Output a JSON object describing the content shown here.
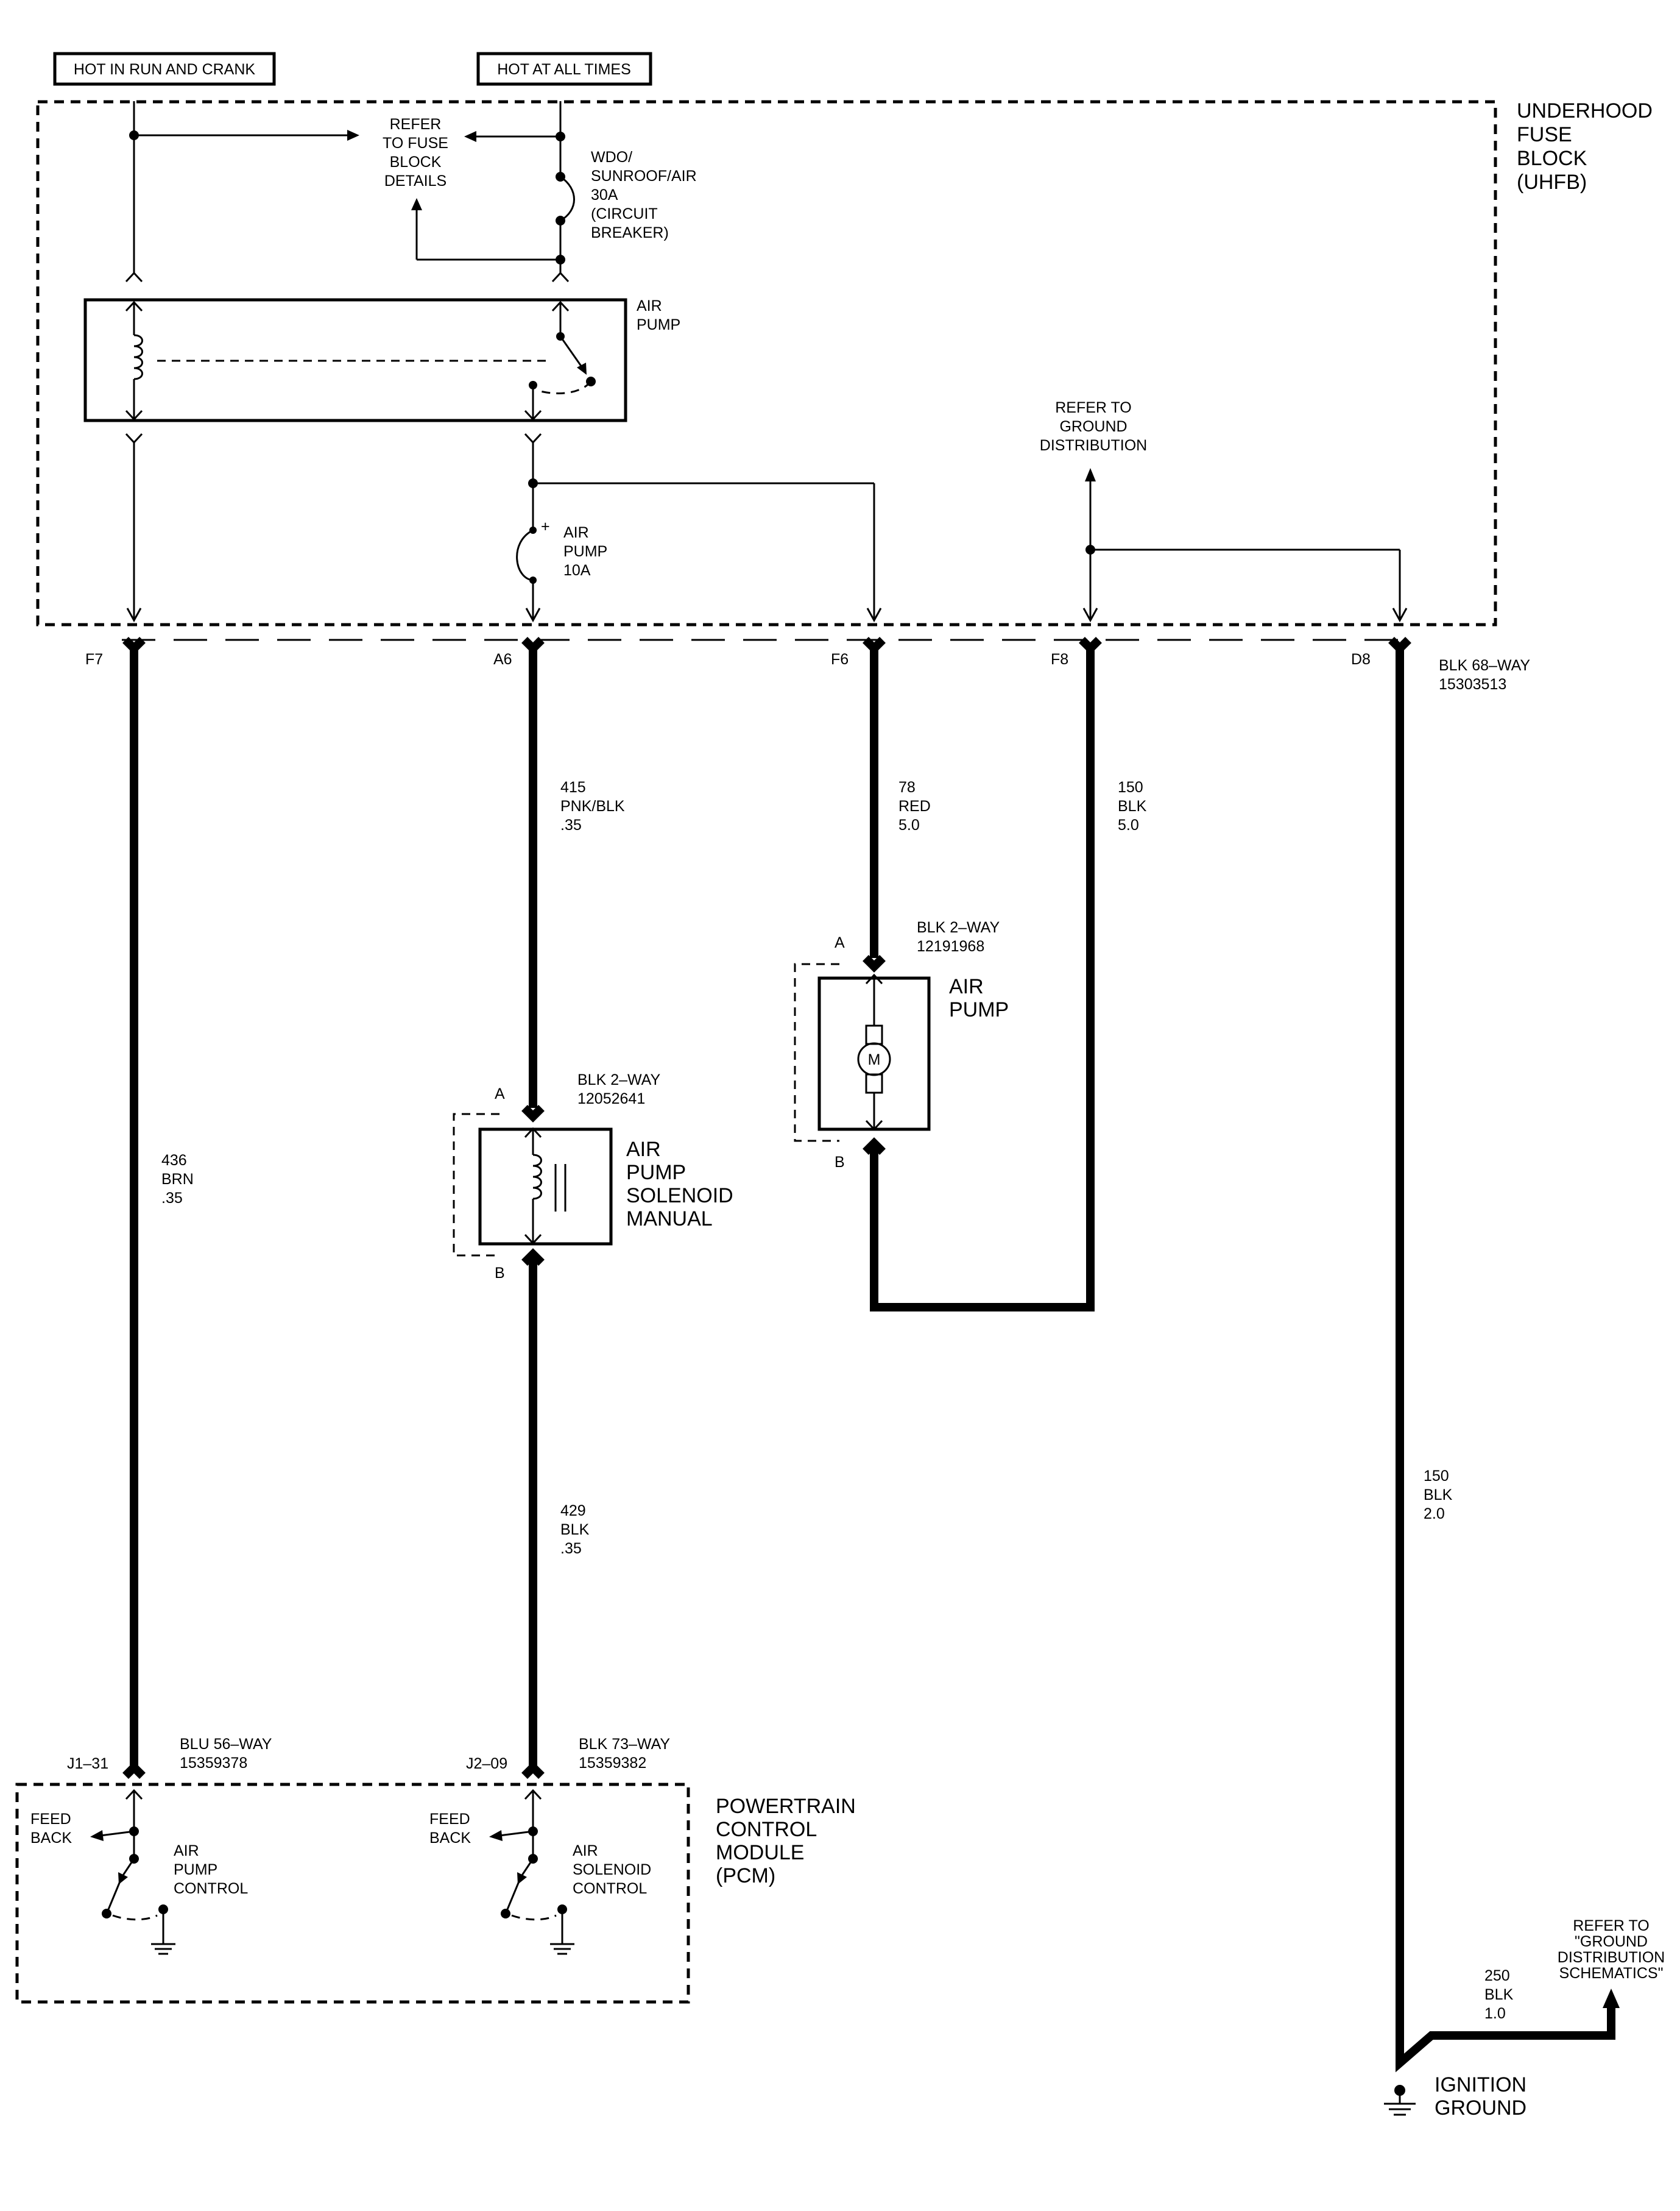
{
  "sources": {
    "hot_run_crank": "HOT IN RUN AND CRANK",
    "hot_all_times": "HOT AT ALL TIMES"
  },
  "uhfb": {
    "title": [
      "UNDERHOOD",
      "FUSE",
      "BLOCK",
      "(UHFB)"
    ],
    "refer_fuse": [
      "REFER",
      "TO FUSE",
      "BLOCK",
      "DETAILS"
    ],
    "breaker": [
      "WDO/",
      "SUNROOF/AIR",
      "30A",
      "(CIRCUIT",
      "BREAKER)"
    ],
    "relay": [
      "AIR",
      "PUMP"
    ],
    "fuse": [
      "AIR",
      "PUMP",
      "10A"
    ],
    "refer_ground": [
      "REFER TO",
      "GROUND",
      "DISTRIBUTION"
    ],
    "pins": [
      "F7",
      "A6",
      "F6",
      "F8",
      "D8"
    ],
    "connector": [
      "BLK 68–WAY",
      "15303513"
    ]
  },
  "wires": {
    "w436": [
      "436",
      "BRN",
      ".35"
    ],
    "w415": [
      "415",
      "PNK/BLK",
      ".35"
    ],
    "w78": [
      "78",
      "RED",
      "5.0"
    ],
    "w150a": [
      "150",
      "BLK",
      "5.0"
    ],
    "w150b": [
      "150",
      "BLK",
      "2.0"
    ],
    "w429": [
      "429",
      "BLK",
      ".35"
    ],
    "w250": [
      "250",
      "BLK",
      "1.0"
    ]
  },
  "air_pump": {
    "pin_a": "A",
    "pin_b": "B",
    "connector": [
      "BLK 2–WAY",
      "12191968"
    ],
    "label": [
      "AIR",
      "PUMP"
    ],
    "motor": "M"
  },
  "solenoid": {
    "pin_a": "A",
    "pin_b": "B",
    "connector": [
      "BLK 2–WAY",
      "12052641"
    ],
    "label": [
      "AIR",
      "PUMP",
      "SOLENOID",
      "MANUAL"
    ]
  },
  "pcm": {
    "title": [
      "POWERTRAIN",
      "CONTROL",
      "MODULE",
      "(PCM)"
    ],
    "pin1": "J1–31",
    "conn1": [
      "BLU 56–WAY",
      "15359378"
    ],
    "pin2": "J2–09",
    "conn2": [
      "BLK 73–WAY",
      "15359382"
    ],
    "feedback": [
      "FEED",
      "BACK"
    ],
    "ctrl1": [
      "AIR",
      "PUMP",
      "CONTROL"
    ],
    "ctrl2": [
      "AIR",
      "SOLENOID",
      "CONTROL"
    ]
  },
  "ground": {
    "refer": [
      "REFER TO",
      "\"GROUND",
      "DISTRIBUTION",
      "SCHEMATICS\""
    ],
    "label": [
      "IGNITION",
      "GROUND"
    ]
  }
}
